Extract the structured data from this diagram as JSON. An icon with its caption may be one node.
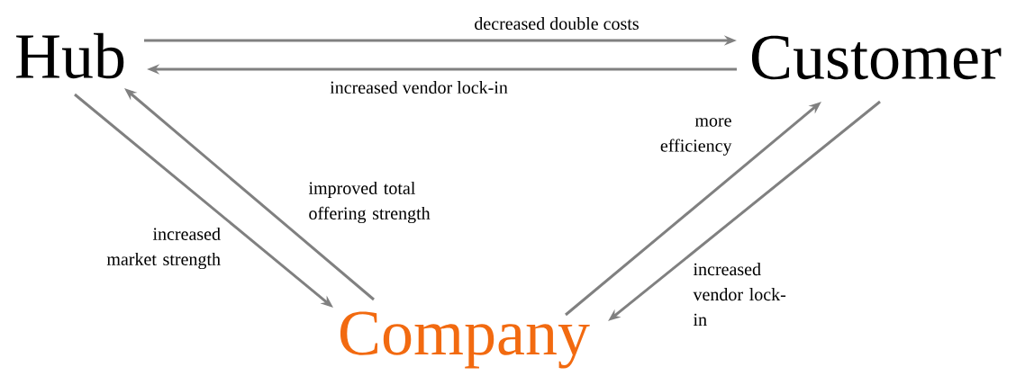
{
  "diagram": {
    "nodes": [
      {
        "text": [
          "Hub"
        ]
      },
      {
        "text": [
          "Customer"
        ]
      },
      {
        "text": [
          "Company"
        ]
      }
    ],
    "edges": [
      {
        "from": 0,
        "to": 1,
        "arrow": "to",
        "label": "decreased double costs"
      },
      {
        "from": 1,
        "to": 0,
        "arrow": "to",
        "label": "increased vendor lock-in"
      },
      {
        "from": 0,
        "to": 2,
        "arrow": "to",
        "label": "increased market strength"
      },
      {
        "from": 2,
        "to": 0,
        "arrow": "to",
        "label": "improved total offering strength"
      },
      {
        "from": 2,
        "to": 1,
        "arrow": "to",
        "label": "more efficiency"
      },
      {
        "from": 1,
        "to": 2,
        "arrow": "to",
        "label": "increased vendor lock-in"
      }
    ]
  }
}
